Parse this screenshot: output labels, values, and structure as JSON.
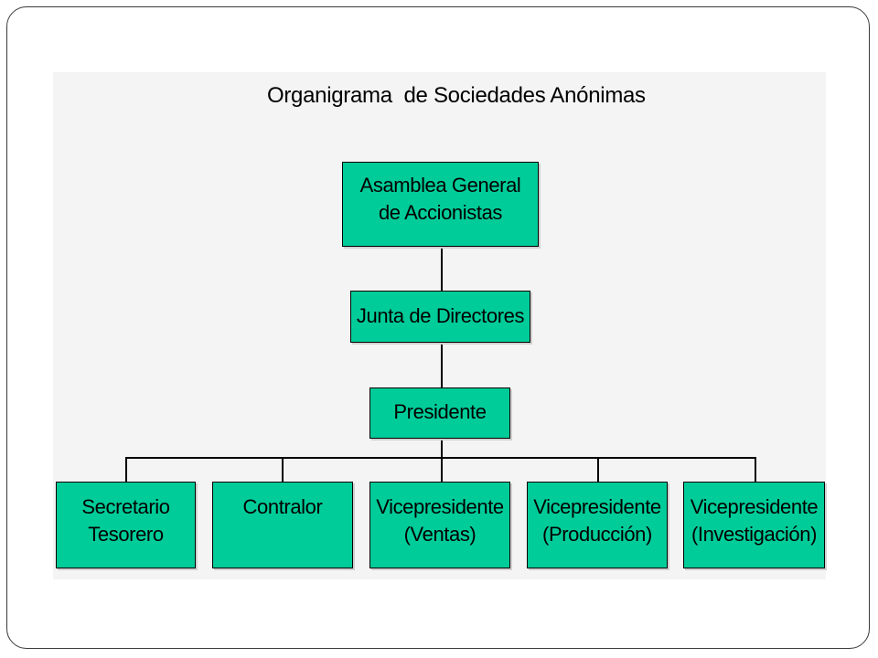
{
  "diagram": {
    "title": "Organigrama  de Sociedades Anónimas",
    "nodes": {
      "asamblea": [
        "Asamblea General",
        "de Accionistas"
      ],
      "junta": [
        "Junta de Directores"
      ],
      "presidente": [
        "Presidente"
      ],
      "secretario": [
        "Secretario",
        "Tesorero"
      ],
      "contralor": [
        "Contralor"
      ],
      "vp_ventas": [
        "Vicepresidente",
        "(Ventas)"
      ],
      "vp_produccion": [
        "Vicepresidente",
        "(Producción)"
      ],
      "vp_investigacion": [
        "Vicepresidente",
        "(Investigación)"
      ]
    },
    "colors": {
      "box_fill": "#00cc99",
      "box_border": "#000000",
      "panel_background": "#f4f4f4"
    }
  }
}
